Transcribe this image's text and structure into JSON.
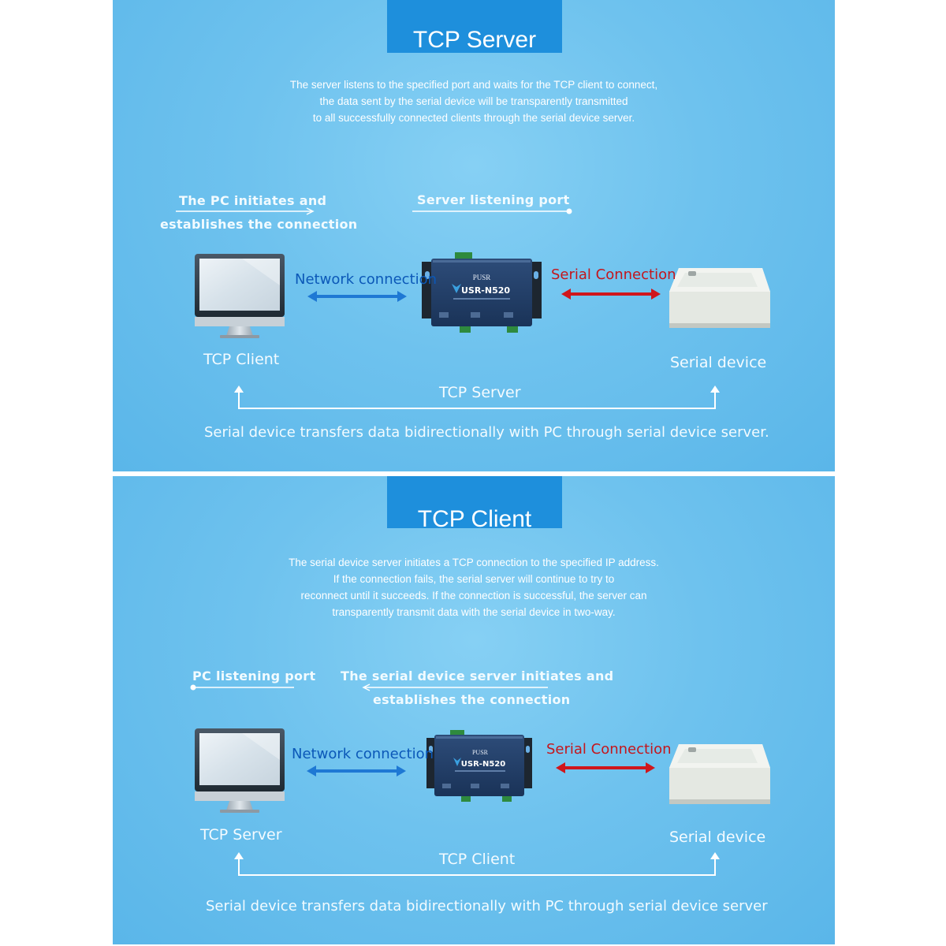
{
  "colors": {
    "panel_bg": "#6ec2ee",
    "title_tab": "#1e8fdc",
    "network_arrow": "#1e78d4",
    "serial_arrow": "#d0161c",
    "network_text": "#0b58b8",
    "serial_text": "#c4161c"
  },
  "panels": [
    {
      "title": "TCP Server",
      "description": [
        "The server listens to the specified port and waits for the TCP client to connect,",
        "the data sent by the serial device will be transparently transmitted",
        "to all successfully connected clients through the serial device server."
      ],
      "note_left": [
        "The PC initiates and",
        "establishes the connection"
      ],
      "note_right": [
        "Server listening port"
      ],
      "network_label": "Network connection",
      "serial_label": "Serial Connection",
      "device_brand": "PUSR",
      "device_model": "USR-N520",
      "left_label": "TCP Client",
      "right_label": "Serial device",
      "center_label": "TCP Server",
      "footer": "Serial device transfers data bidirectionally with PC through serial device server."
    },
    {
      "title": "TCP Client",
      "description": [
        "The serial device server initiates a TCP connection to the specified IP address.",
        "If the connection fails, the serial server will continue to try to",
        "reconnect until it succeeds. If the connection is successful, the server can",
        "transparently transmit data with the serial device in two-way."
      ],
      "note_left": [
        "PC listening port"
      ],
      "note_right": [
        "The serial device server initiates and",
        "establishes the connection"
      ],
      "network_label": "Network connection",
      "serial_label": "Serial Connection",
      "device_brand": "PUSR",
      "device_model": "USR-N520",
      "left_label": "TCP Server",
      "right_label": "Serial device",
      "center_label": "TCP Client",
      "footer": "Serial device transfers data bidirectionally with PC through serial device server"
    }
  ]
}
